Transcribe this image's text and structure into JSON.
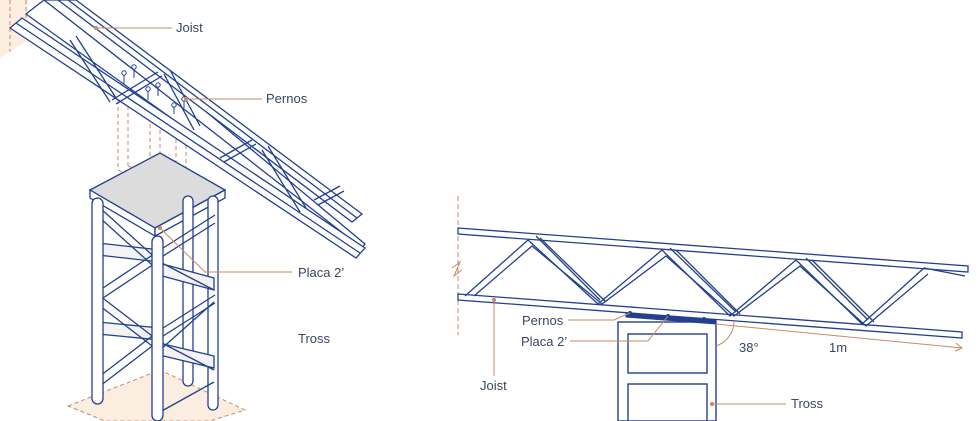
{
  "iso_view": {
    "labels": {
      "joist": "Joist",
      "pernos": "Pernos",
      "placa": "Placa 2’",
      "tross": "Tross"
    }
  },
  "elevation_view": {
    "labels": {
      "pernos": "Pernos",
      "placa": "Placa 2’",
      "joist": "Joist",
      "tross": "Tross",
      "angle": "38°",
      "length": "1m"
    }
  },
  "colors": {
    "structure": "#23408e",
    "leader": "#c98a68",
    "fill_light": "#fbeee0",
    "text": "#3a4560"
  }
}
